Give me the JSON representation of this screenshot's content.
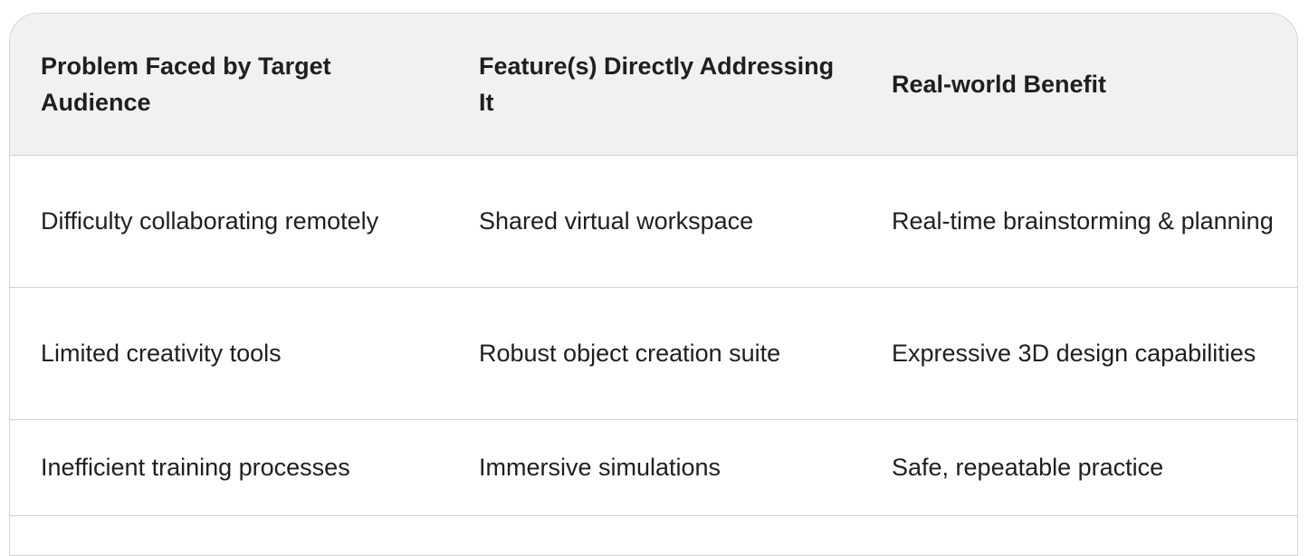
{
  "table": {
    "headers": [
      "Problem Faced by Target Audience",
      "Feature(s) Directly Addressing It",
      "Real-world Benefit"
    ],
    "rows": [
      [
        "Difficulty collaborating remotely",
        "Shared virtual workspace",
        "Real-time brainstorming & planning"
      ],
      [
        "Limited creativity tools",
        "Robust object creation suite",
        "Expressive 3D design capabilities"
      ],
      [
        "Inefficient training processes",
        "Immersive simulations",
        "Safe, repeatable practice"
      ]
    ]
  },
  "colors": {
    "header_bg": "#f1f1f1",
    "border": "#d3d3d3",
    "text": "#1f1f1f"
  }
}
